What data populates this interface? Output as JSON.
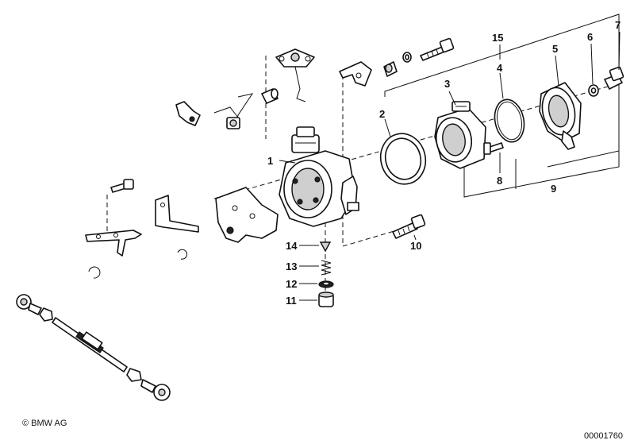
{
  "callouts": {
    "c1": "1",
    "c2": "2",
    "c3": "3",
    "c4": "4",
    "c5": "5",
    "c6": "6",
    "c7": "7",
    "c8": "8",
    "c9": "9",
    "c10": "10",
    "c11": "11",
    "c12": "12",
    "c13": "13",
    "c14": "14",
    "c15": "15"
  },
  "footer": {
    "copyright": "© BMW AG",
    "doc_number": "00001760"
  }
}
